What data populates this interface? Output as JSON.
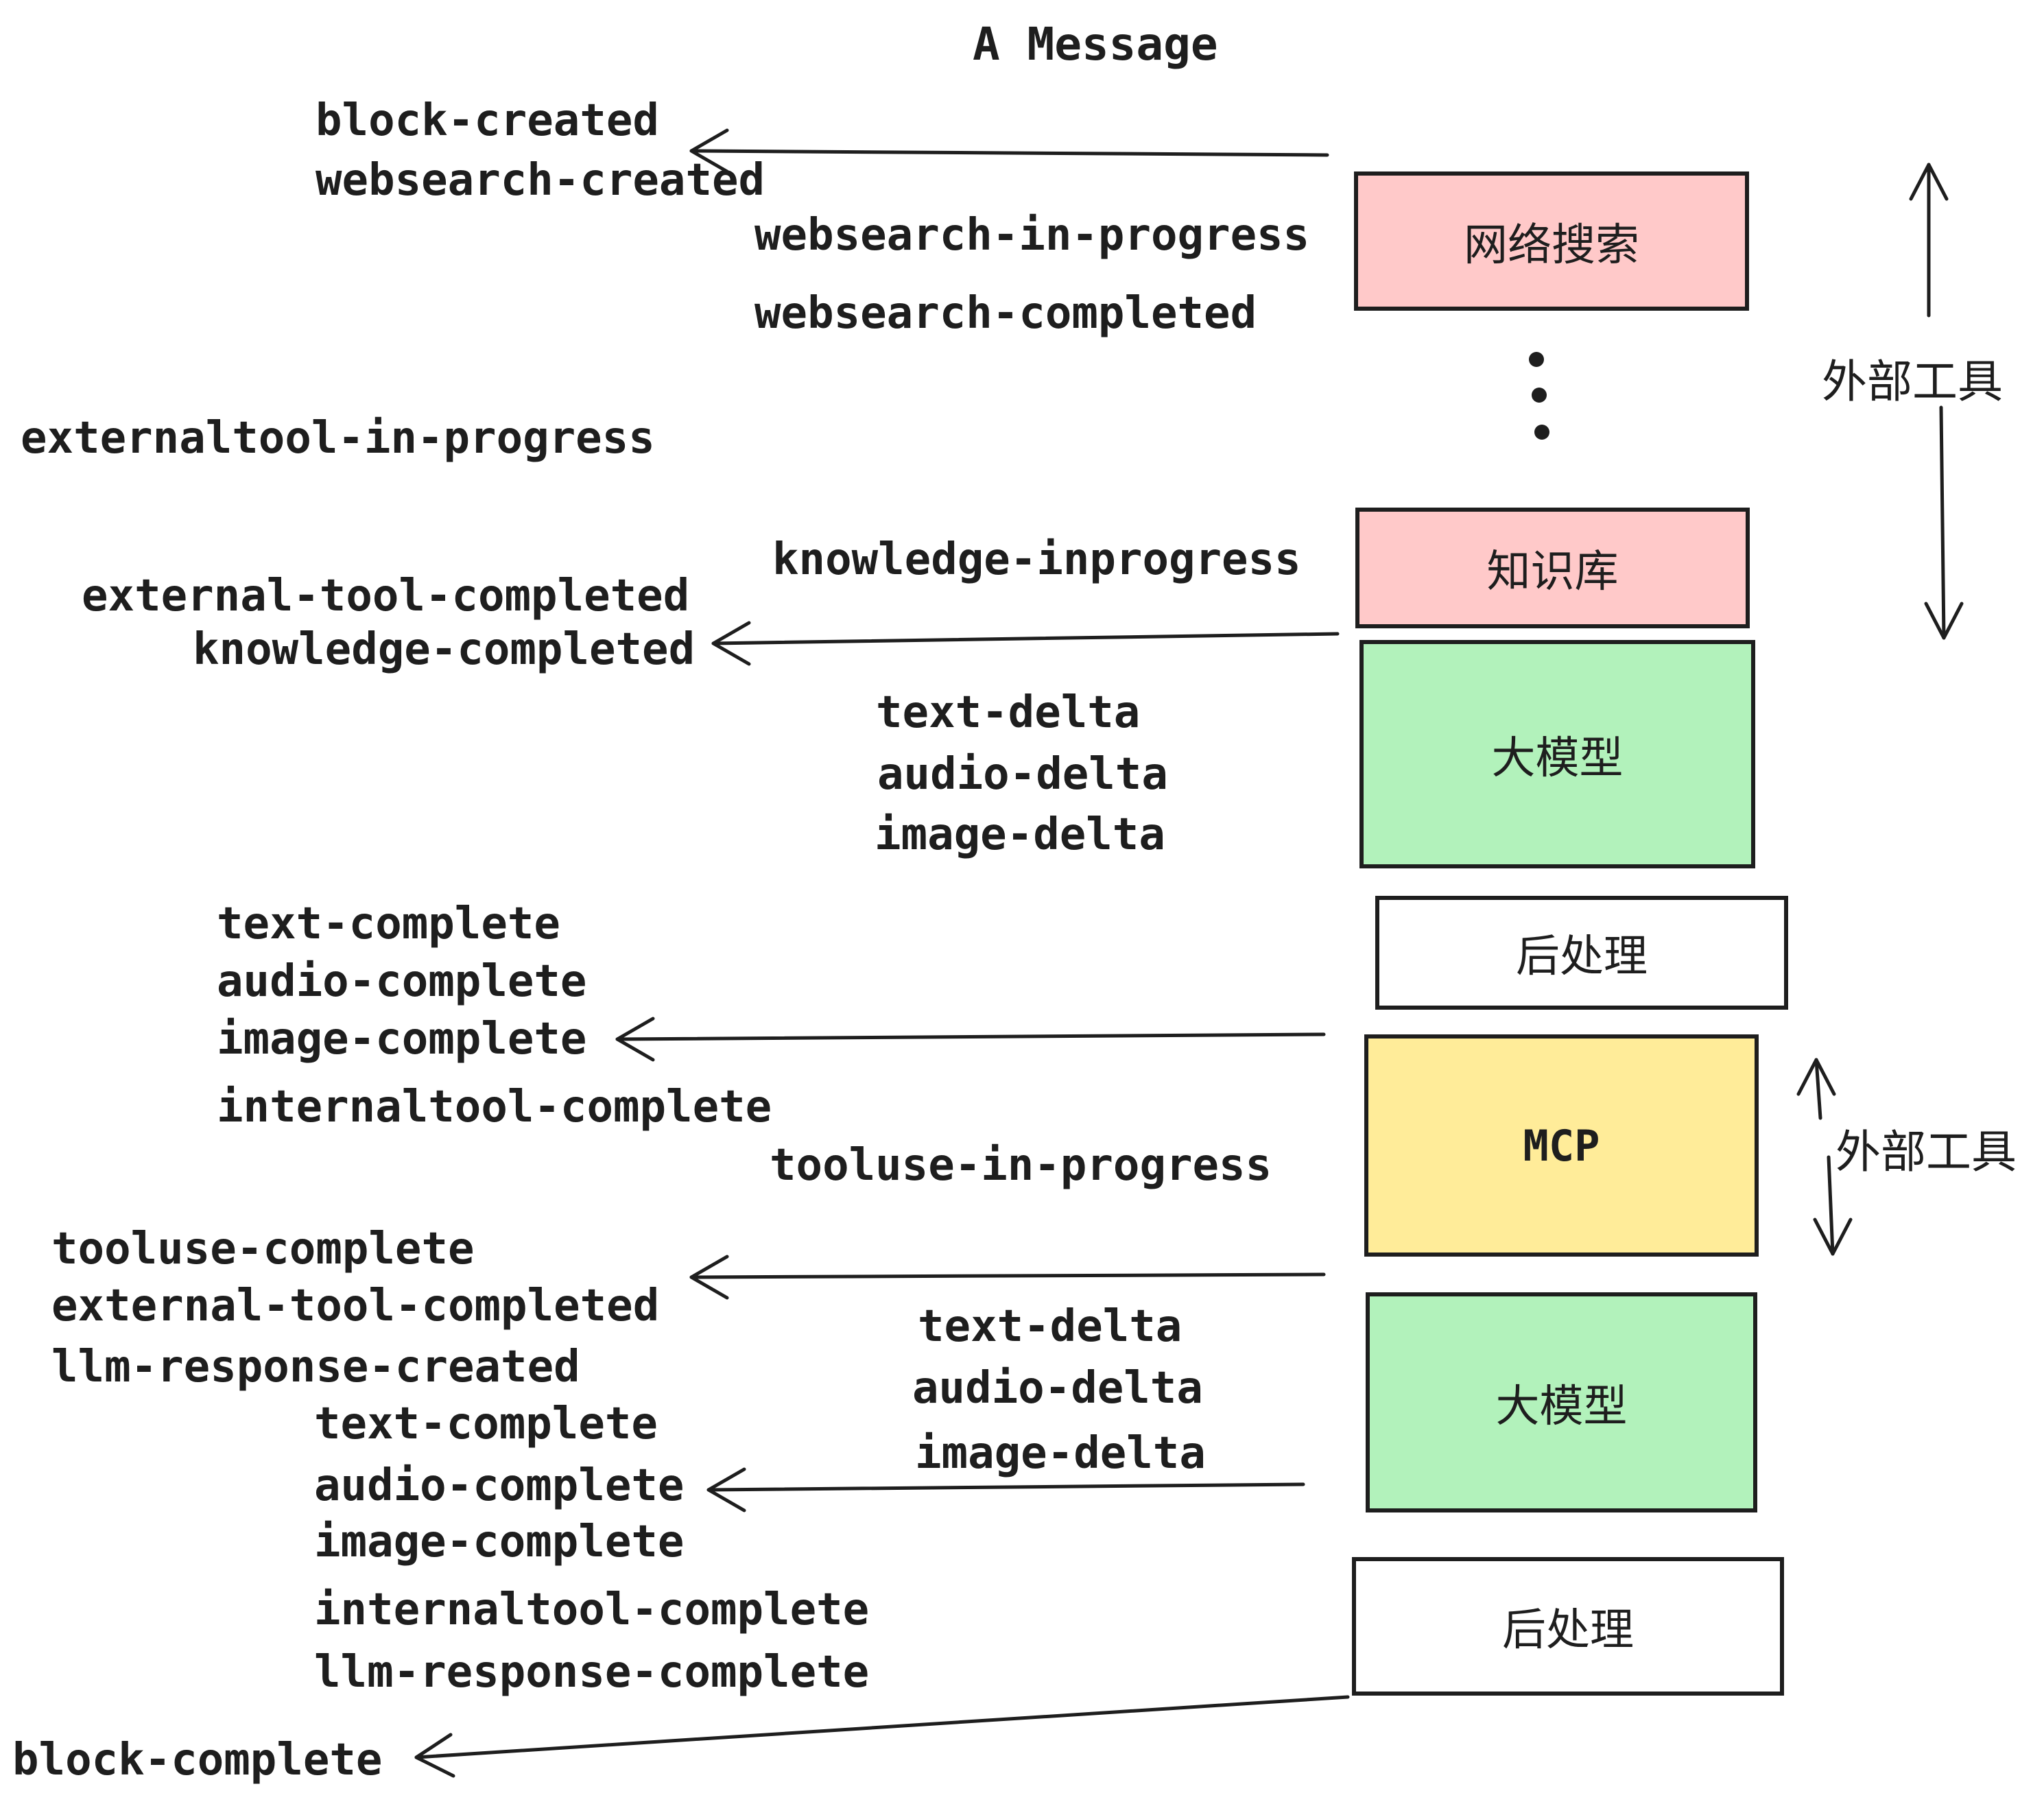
{
  "title": "A Message",
  "colors": {
    "pink": "#FFC9C9",
    "green": "#B2F2BB",
    "yellow": "#FFEC99",
    "white": "#FFFFFF",
    "ink": "#1E1E1E"
  },
  "boxes": [
    {
      "id": "websearch",
      "label": "网络搜索",
      "color": "#FFC9C9"
    },
    {
      "id": "knowledge",
      "label": "知识库",
      "color": "#FFC9C9"
    },
    {
      "id": "llm-1",
      "label": "大模型",
      "color": "#B2F2BB"
    },
    {
      "id": "post-1",
      "label": "后处理",
      "color": "#FFFFFF"
    },
    {
      "id": "mcp",
      "label": "MCP",
      "color": "#FFEC99"
    },
    {
      "id": "llm-2",
      "label": "大模型",
      "color": "#B2F2BB"
    },
    {
      "id": "post-2",
      "label": "后处理",
      "color": "#FFFFFF"
    }
  ],
  "side_labels": [
    {
      "id": "external-tools-top",
      "label": "外部工具"
    },
    {
      "id": "external-tools-mid",
      "label": "外部工具"
    }
  ],
  "events": [
    {
      "id": "block-created",
      "label": "block-created"
    },
    {
      "id": "websearch-created",
      "label": "websearch-created"
    },
    {
      "id": "websearch-in-progress",
      "label": "websearch-in-progress"
    },
    {
      "id": "websearch-completed",
      "label": "websearch-completed"
    },
    {
      "id": "externaltool-in-progress",
      "label": "externaltool-in-progress"
    },
    {
      "id": "knowledge-inprogress",
      "label": "knowledge-inprogress"
    },
    {
      "id": "external-tool-completed-1",
      "label": "external-tool-completed"
    },
    {
      "id": "knowledge-completed",
      "label": "knowledge-completed"
    },
    {
      "id": "text-delta-1",
      "label": "text-delta"
    },
    {
      "id": "audio-delta-1",
      "label": "audio-delta"
    },
    {
      "id": "image-delta-1",
      "label": "image-delta"
    },
    {
      "id": "text-complete-1",
      "label": "text-complete"
    },
    {
      "id": "audio-complete-1",
      "label": "audio-complete"
    },
    {
      "id": "image-complete-1",
      "label": "image-complete"
    },
    {
      "id": "internaltool-complete-1",
      "label": "internaltool-complete"
    },
    {
      "id": "tooluse-in-progress",
      "label": "tooluse-in-progress"
    },
    {
      "id": "tooluse-complete",
      "label": "tooluse-complete"
    },
    {
      "id": "external-tool-completed-2",
      "label": "external-tool-completed"
    },
    {
      "id": "llm-response-created",
      "label": "llm-response-created"
    },
    {
      "id": "text-delta-2",
      "label": "text-delta"
    },
    {
      "id": "audio-delta-2",
      "label": "audio-delta"
    },
    {
      "id": "image-delta-2",
      "label": "image-delta"
    },
    {
      "id": "text-complete-2",
      "label": "text-complete"
    },
    {
      "id": "audio-complete-2",
      "label": "audio-complete"
    },
    {
      "id": "image-complete-2",
      "label": "image-complete"
    },
    {
      "id": "internaltool-complete-2",
      "label": "internaltool-complete"
    },
    {
      "id": "llm-response-complete",
      "label": "llm-response-complete"
    },
    {
      "id": "block-complete",
      "label": "block-complete"
    }
  ]
}
